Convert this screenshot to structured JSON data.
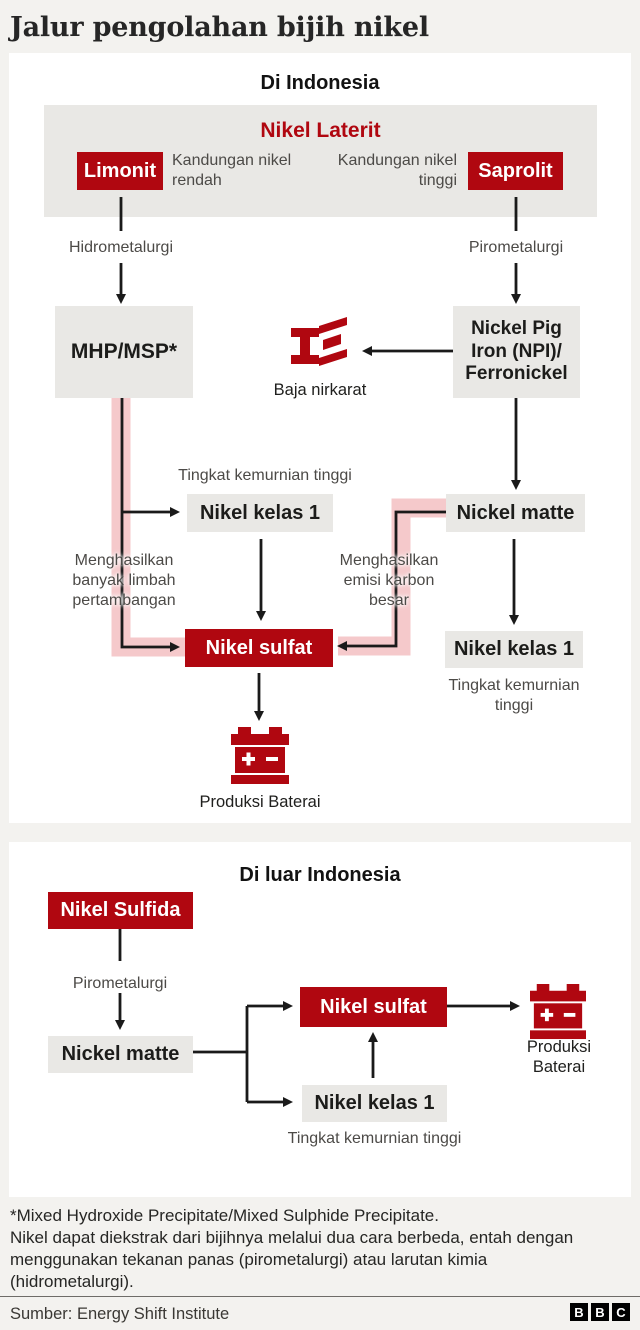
{
  "page": {
    "title": "Jalur pengolahan bijih nikel"
  },
  "colors": {
    "accent_red": "#b00710",
    "highlight_pink": "#f5c9cb",
    "box_gray": "#e9e8e5",
    "background": "#f3f2ef"
  },
  "panel1": {
    "title": "Di Indonesia",
    "laterit_title": "Nikel Laterit",
    "limonit": "Limonit",
    "limonit_note": "Kandungan nikel rendah",
    "saprolit_note": "Kandungan nikel tinggi",
    "saprolit": "Saprolit",
    "hydro_label": "Hidrometalurgi",
    "pyro_label": "Pirometalurgi",
    "mhp": "MHP/MSP*",
    "npi": "Nickel Pig Iron (NPI)/ Ferronickel",
    "steel_label": "Baja nirkarat",
    "purity_center": "Tingkat kemurnian tinggi",
    "nickel_class1_center": "Nikel kelas 1",
    "nickel_matte": "Nickel matte",
    "waste_note": "Menghasilkan banyak limbah pertambangan",
    "carbon_note": "Menghasilkan emisi karbon besar",
    "nickel_sulfate": "Nikel sulfat",
    "nickel_class1_right": "Nikel kelas 1",
    "purity_right": "Tingkat kemurnian tinggi",
    "battery_label": "Produksi Baterai"
  },
  "panel2": {
    "title": "Di luar Indonesia",
    "sulfida": "Nikel Sulfida",
    "pyro_label": "Pirometalurgi",
    "nickel_matte": "Nickel matte",
    "nickel_sulfate": "Nikel sulfat",
    "nickel_class1": "Nikel kelas 1",
    "purity": "Tingkat kemurnian tinggi",
    "battery_label": "Produksi Baterai"
  },
  "footer": {
    "footnote1": "*Mixed Hydroxide Precipitate/Mixed Sulphide Precipitate.",
    "footnote2": "Nikel dapat diekstrak dari bijihnya melalui dua cara berbeda, entah dengan menggunakan tekanan panas (pirometalurgi) atau larutan kimia (hidrometalurgi).",
    "source": "Sumber: Energy Shift Institute",
    "logo": {
      "l1": "B",
      "l2": "B",
      "l3": "C"
    }
  }
}
